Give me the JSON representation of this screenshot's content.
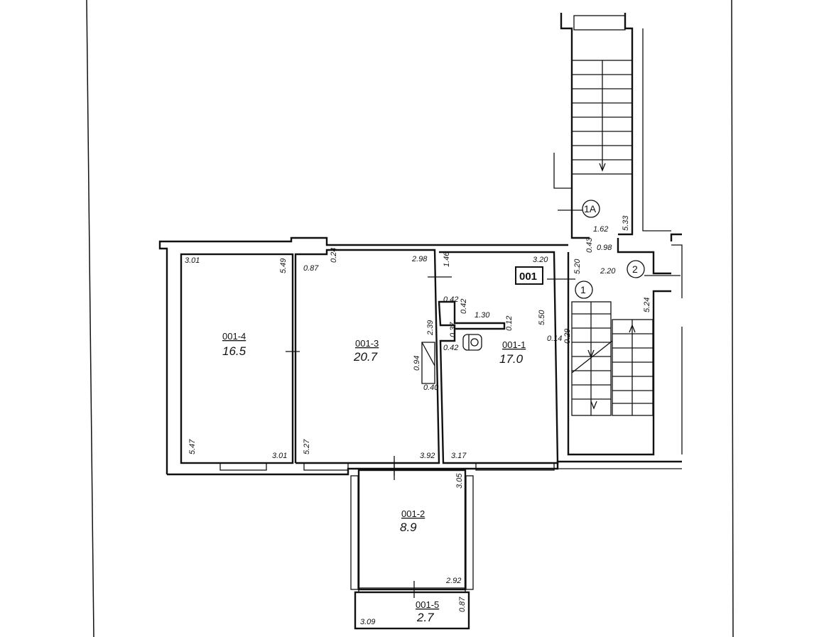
{
  "plan": {
    "apartment_tag": "001",
    "rooms": [
      {
        "id": "001-4",
        "area": "16.5"
      },
      {
        "id": "001-3",
        "area": "20.7"
      },
      {
        "id": "001-1",
        "area": "17.0"
      },
      {
        "id": "001-2",
        "area": "8.9"
      },
      {
        "id": "001-5",
        "area": "2.7"
      }
    ],
    "markers": [
      "1A",
      "1",
      "2"
    ],
    "dimensions": {
      "r4_top": "3.01",
      "r4_right": "5.49",
      "r4_left": "5.47",
      "r4_bottom": "3.01",
      "r3_top": "2.98",
      "r3_notch_w": "0.87",
      "r3_notch_h": "0.24",
      "r3_left": "5.27",
      "r3_bottom": "3.92",
      "r3_wall_a": "2.39",
      "r3_wall_b": "0.94",
      "r3_wall_c": "0.40",
      "r1_top": "3.20",
      "r1_right": "5.50",
      "r1_bottom": "3.17",
      "r1_door": "1.46",
      "r1_a": "0.42",
      "r1_b": "0.42",
      "r1_c": "1.30",
      "r1_d": "0.12",
      "r1_e": "0.37",
      "r1_f": "0.42",
      "r1_g": "0.14",
      "r1_h": "0.29",
      "st_a": "5.20",
      "st_b": "2.20",
      "st_c": "5.24",
      "st1a_a": "1.62",
      "st1a_b": "5.33",
      "st1a_c": "0.43",
      "st1a_d": "0.98",
      "b2_right": "3.05",
      "b2_bottom": "2.92",
      "b5_right": "0.87",
      "b5_bottom": "3.09"
    }
  }
}
